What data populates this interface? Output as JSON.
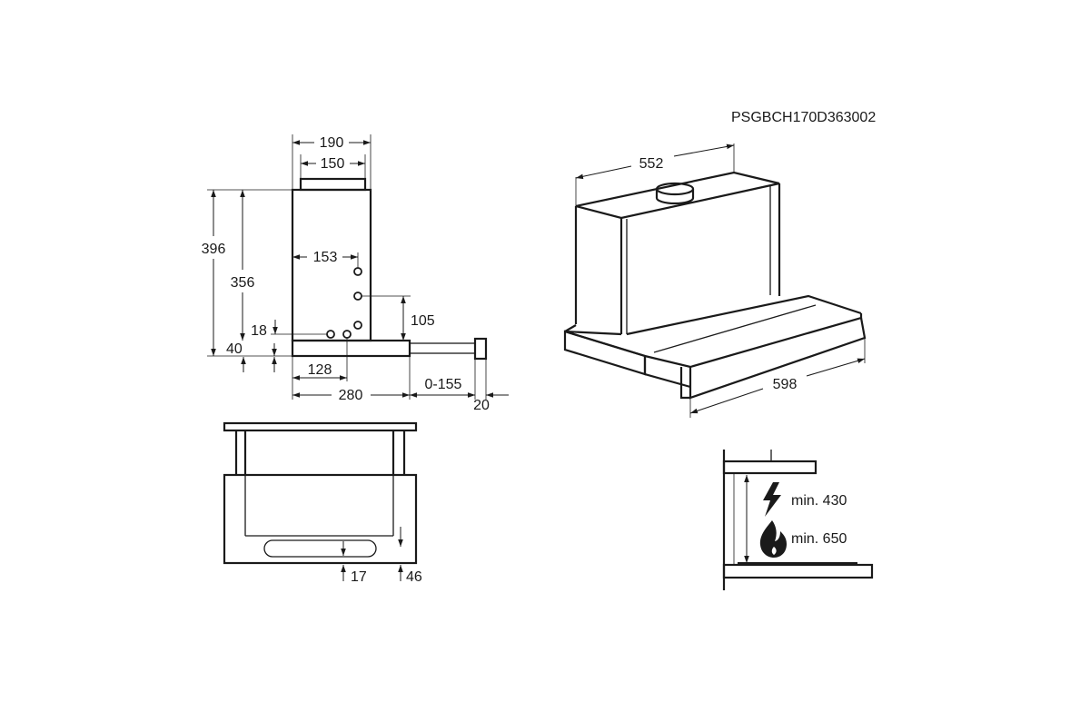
{
  "model_code": "PSGBCH170D363002",
  "side_view": {
    "width_outer": "190",
    "width_chimney": "150",
    "height_total": "396",
    "height_body": "356",
    "hole_offset": "153",
    "hole_height": "105",
    "hole_low": "18",
    "base_height": "40",
    "hole_depth": "128",
    "depth": "280",
    "extension": "0-155",
    "handle": "20"
  },
  "front_view": {
    "slot_bottom": "17",
    "edge_bottom": "46"
  },
  "iso_view": {
    "depth": "552",
    "width": "598"
  },
  "clearance": {
    "electric_label": "min. 430",
    "gas_label": "min. 650"
  }
}
